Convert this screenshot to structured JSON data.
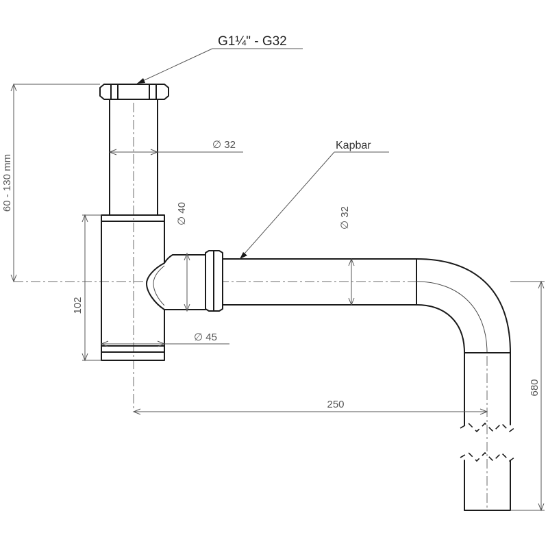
{
  "callouts": {
    "thread": "G1¼\" - G32",
    "pipe_label": "Kapbar"
  },
  "dimensions": {
    "height_range": "60 - 130 mm",
    "tube_diameter": "∅ 32",
    "body_diameter": "∅ 40",
    "pipe_diameter": "∅ 32",
    "cup_diameter": "∅ 45",
    "body_height": "102",
    "horizontal_length": "250",
    "vertical_length": "680"
  },
  "colors": {
    "line": "#1a1a1a",
    "dimension": "#555555"
  }
}
